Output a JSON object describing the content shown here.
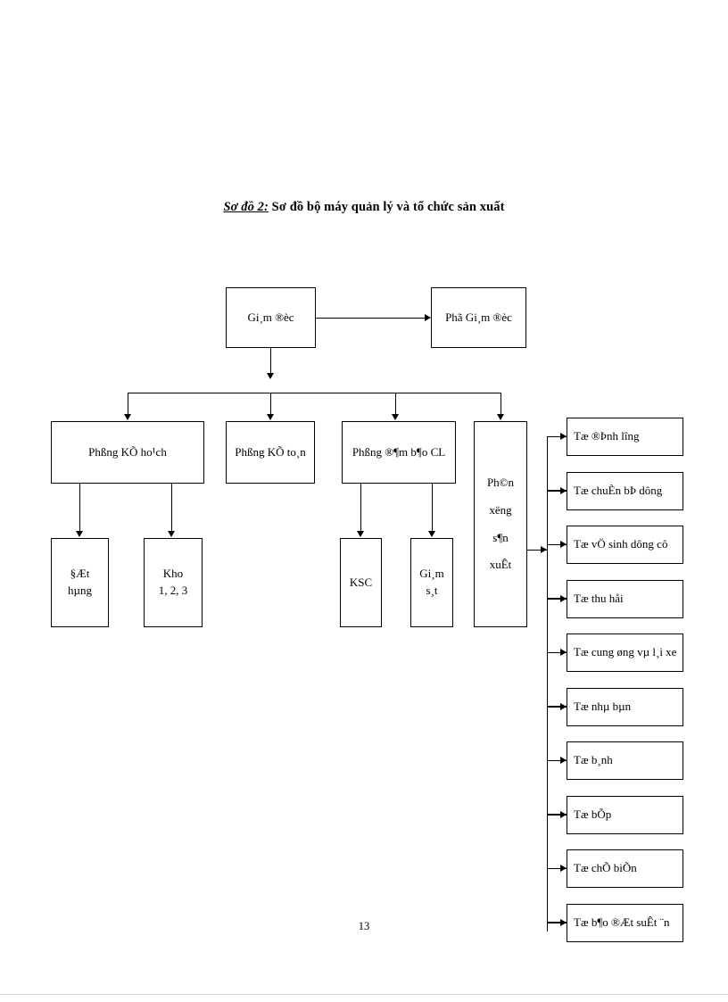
{
  "document": {
    "page_number": "13",
    "title_lead": "Sơ đồ 2:",
    "title_rest": " Sơ đồ bộ máy quản lý và tổ chức sản xuất"
  },
  "chart_data": {
    "type": "diagram",
    "title": "Sơ đồ 2: Sơ đồ bộ máy quản lý và tổ chức sản xuất",
    "diagram_kind": "organizational-chart",
    "note": "Text is legacy TCVN3/VNI-encoded Vietnamese rendered with a mismatched font.",
    "nodes": [
      {
        "id": "giam-doc",
        "label": "Gi¸m ®èc",
        "level": 0
      },
      {
        "id": "pho-giam-doc",
        "label": "Phã Gi¸m ®èc",
        "level": 0
      },
      {
        "id": "phong-ke-hoach",
        "label": "Phßng KÕ ho¹ch",
        "level": 1
      },
      {
        "id": "phong-ke-toan",
        "label": "Phßng KÕ to¸n",
        "level": 1
      },
      {
        "id": "phong-dam-bao",
        "label": "Phßng ®¶m b¶o CL",
        "level": 1
      },
      {
        "id": "phan-xuong",
        "label": "Ph©n xëng s¶n xuÊt",
        "level": 1
      },
      {
        "id": "dat-hang",
        "label": "§Æt hµng",
        "level": 2
      },
      {
        "id": "kho",
        "label": "Kho 1, 2, 3",
        "level": 2
      },
      {
        "id": "ksc",
        "label": "KSC",
        "level": 2
      },
      {
        "id": "giam-sat",
        "label": "Gi¸m s¸t",
        "level": 2
      }
    ],
    "edges": [
      {
        "from": "giam-doc",
        "to": "pho-giam-doc"
      },
      {
        "from": "giam-doc",
        "to": "phong-ke-hoach"
      },
      {
        "from": "giam-doc",
        "to": "phong-ke-toan"
      },
      {
        "from": "giam-doc",
        "to": "phong-dam-bao"
      },
      {
        "from": "giam-doc",
        "to": "phan-xuong"
      },
      {
        "from": "phong-ke-hoach",
        "to": "dat-hang"
      },
      {
        "from": "phong-ke-hoach",
        "to": "kho"
      },
      {
        "from": "phong-dam-bao",
        "to": "ksc"
      },
      {
        "from": "phong-dam-bao",
        "to": "giam-sat"
      },
      {
        "from": "phan-xuong",
        "to": "to-group"
      }
    ]
  },
  "boxes": {
    "giam_doc": "Gi¸m ®èc",
    "pho_giam_doc": "Phã Gi¸m ®èc",
    "phong_ke_hoach": "Phßng KÕ ho¹ch",
    "phong_ke_toan": "Phßng KÕ to¸n",
    "phong_dam_bao_cl": "Phßng ®¶m b¶o CL",
    "dat_hang_l1": "§Æt",
    "dat_hang_l2": "hµng",
    "kho_l1": "Kho",
    "kho_l2": "1, 2, 3",
    "ksc": "KSC",
    "giam_sat_l1": "Gi¸m",
    "giam_sat_l2": "s¸t",
    "phan_xuong_l1": "Ph©n",
    "phan_xuong_l2": "xëng",
    "phan_xuong_l3": "s¶n",
    "phan_xuong_l4": "xuÊt"
  },
  "teams": [
    {
      "label": "Tæ ®Þnh lîng"
    },
    {
      "label": "Tæ chuÈn bÞ dông"
    },
    {
      "label": "Tæ vÖ sinh dông cô"
    },
    {
      "label": "Tæ thu håi"
    },
    {
      "label": "Tæ cung øng vµ l¸i xe"
    },
    {
      "label": "Tæ nhµ bµn"
    },
    {
      "label": "Tæ b¸nh"
    },
    {
      "label": "Tæ bÕp"
    },
    {
      "label": "Tæ chÕ biÕn"
    },
    {
      "label": "Tæ b¶o ®Æt suÊt ¨n"
    }
  ],
  "colors": {
    "ink": "#000000",
    "paper": "#ffffff"
  }
}
